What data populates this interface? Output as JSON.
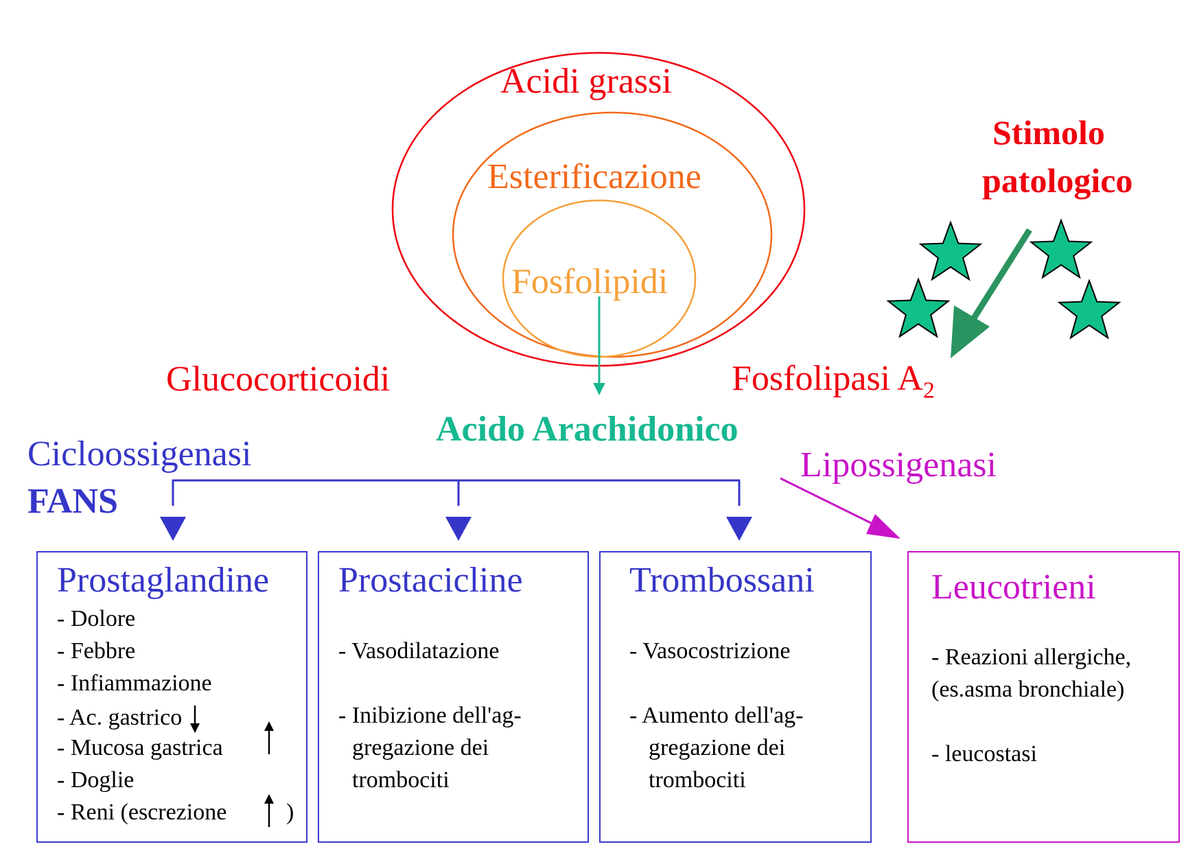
{
  "colors": {
    "outer_ellipse": "#f0000f",
    "middle_ellipse": "#f26a1b",
    "inner_ellipse": "#f5a03a",
    "teal": "#17b890",
    "blue": "#3535c8",
    "magenta": "#c814c8",
    "star_fill": "#10c08a",
    "stimulus_arrow": "#2a9460"
  },
  "membrane": {
    "outer_label": "Acidi grassi",
    "middle_label": "Esterificazione",
    "inner_label": "Fosfolipidi"
  },
  "inhibitor_left": "Glucocorticoidi",
  "enzyme_right": {
    "text": "Fosfolipasi A",
    "subscript": "2"
  },
  "stimulus": {
    "line1": "Stimolo",
    "line2": "patologico"
  },
  "central_product": "Acido Arachidonico",
  "cox": {
    "label": "Cicloossigenasi",
    "inhibitor": "FANS"
  },
  "lox": {
    "label": "Lipossigenasi"
  },
  "boxes": [
    {
      "title": "Prostaglandine",
      "items": [
        "- Dolore",
        "- Febbre",
        "- Infiammazione",
        "- Ac. gastrico",
        "- Mucosa gastrica",
        "- Doglie",
        "- Reni (escrezione",
        ")"
      ]
    },
    {
      "title": "Prostacicline",
      "items": [
        "- Vasodilatazione",
        "- Inibizione dell'ag-",
        "gregazione dei",
        "trombociti"
      ]
    },
    {
      "title": "Trombossani",
      "items": [
        "- Vasocostrizione",
        "- Aumento dell'ag-",
        "gregazione dei",
        "trombociti"
      ]
    },
    {
      "title": "Leucotrieni",
      "items": [
        "- Reazioni allergiche,",
        "(es.asma bronchiale)",
        "- leucostasi"
      ]
    }
  ]
}
